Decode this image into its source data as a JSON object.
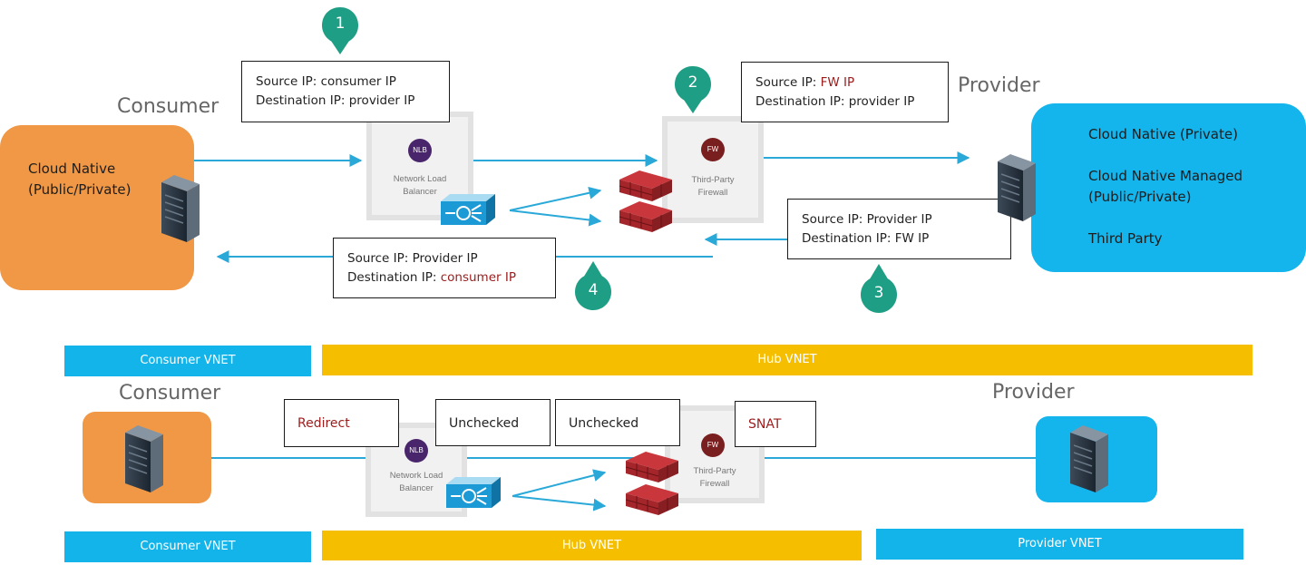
{
  "colors": {
    "arrow": "#2aa9d9",
    "consumer": "#f09845",
    "provider": "#14b4ec",
    "hub_vnet": "#f5bf00",
    "vnet_blue": "#12b4ea",
    "step_marker": "#1e9e85",
    "highlight_text": "#9b1c1c"
  },
  "top": {
    "consumer_heading": "Consumer",
    "provider_heading": "Provider",
    "consumer_box": {
      "line1": "Cloud Native",
      "line2": "(Public/Private)"
    },
    "provider_box": {
      "items": [
        "Cloud Native (Private)",
        "Cloud Native Managed",
        "(Public/Private)",
        "Third Party"
      ]
    },
    "nlb": {
      "badge": "NLB",
      "label_line1": "Network Load",
      "label_line2": "Balancer"
    },
    "fw": {
      "badge": "FW",
      "label_line1": "Third-Party",
      "label_line2": "Firewall"
    },
    "steps": [
      "1",
      "2",
      "3",
      "4"
    ],
    "boxes": {
      "b1": {
        "src_label": "Source IP: ",
        "src_value": "consumer IP",
        "dst_label": "Destination IP: ",
        "dst_value": "provider IP"
      },
      "b2": {
        "src_label": "Source IP: ",
        "src_value": "FW IP",
        "dst_label": "Destination IP: ",
        "dst_value": "provider IP"
      },
      "b3": {
        "src_label": "Source IP: ",
        "src_value": "Provider IP",
        "dst_label": "Destination IP: ",
        "dst_value": "FW IP"
      },
      "b4": {
        "src_label": "Source IP: ",
        "src_value": "Provider IP",
        "dst_label": "Destination IP: ",
        "dst_value": "consumer IP"
      }
    },
    "vnets": {
      "consumer": "Consumer VNET",
      "hub": "Hub VNET"
    }
  },
  "bottom": {
    "consumer_heading": "Consumer",
    "provider_heading": "Provider",
    "labels": {
      "redirect": "Redirect",
      "unchecked1": "Unchecked",
      "unchecked2": "Unchecked",
      "snat": "SNAT"
    },
    "nlb": {
      "badge": "NLB",
      "label_line1": "Network Load",
      "label_line2": "Balancer"
    },
    "fw": {
      "badge": "FW",
      "label_line1": "Third-Party",
      "label_line2": "Firewall"
    },
    "vnets": {
      "consumer": "Consumer VNET",
      "hub": "Hub VNET",
      "provider": "Provider VNET"
    }
  }
}
